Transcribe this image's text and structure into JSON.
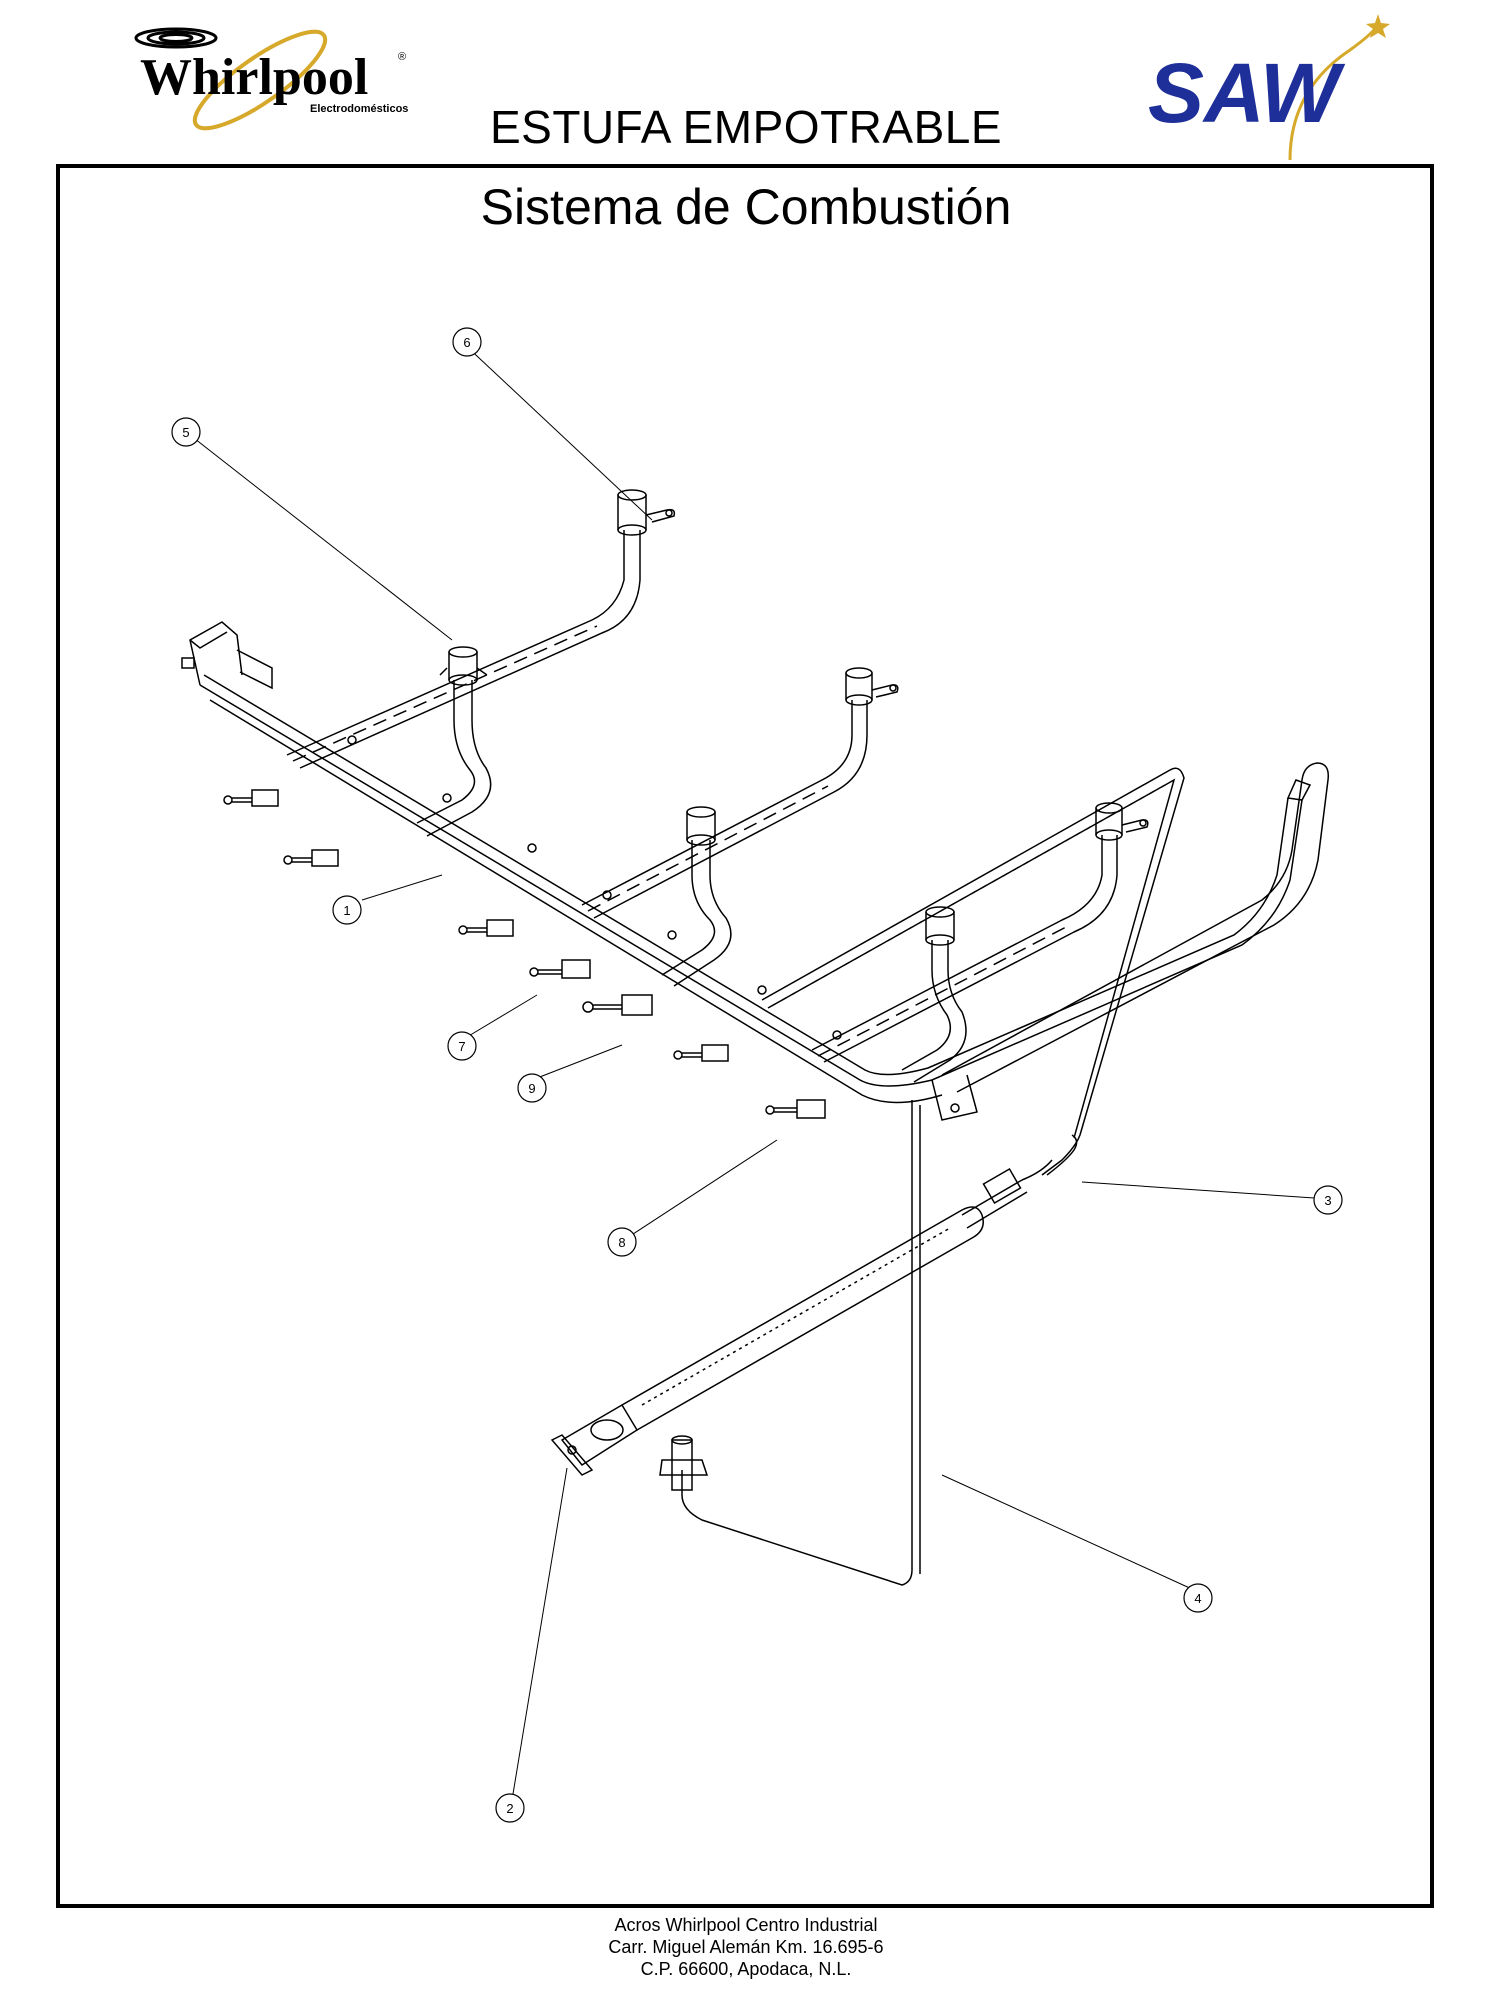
{
  "header": {
    "brand_left": "Whirlpool",
    "brand_left_registered": "®",
    "brand_left_sub": "Electrodomésticos",
    "brand_right": "SAW",
    "document_title": "ESTUFA EMPOTRABLE"
  },
  "section_title": "Sistema de Combustión",
  "callouts": [
    {
      "label": "1"
    },
    {
      "label": "2"
    },
    {
      "label": "3"
    },
    {
      "label": "4"
    },
    {
      "label": "5"
    },
    {
      "label": "6"
    },
    {
      "label": "7"
    },
    {
      "label": "8"
    },
    {
      "label": "9"
    }
  ],
  "footer": {
    "line1": "Acros Whirlpool Centro Industrial",
    "line2": "Carr. Miguel Alemán Km. 16.695-6",
    "line3": "C.P. 66600, Apodaca, N.L."
  },
  "colors": {
    "line": "#000000",
    "logo_blue": "#1f2f9a",
    "logo_gold": "#d6a92a"
  }
}
